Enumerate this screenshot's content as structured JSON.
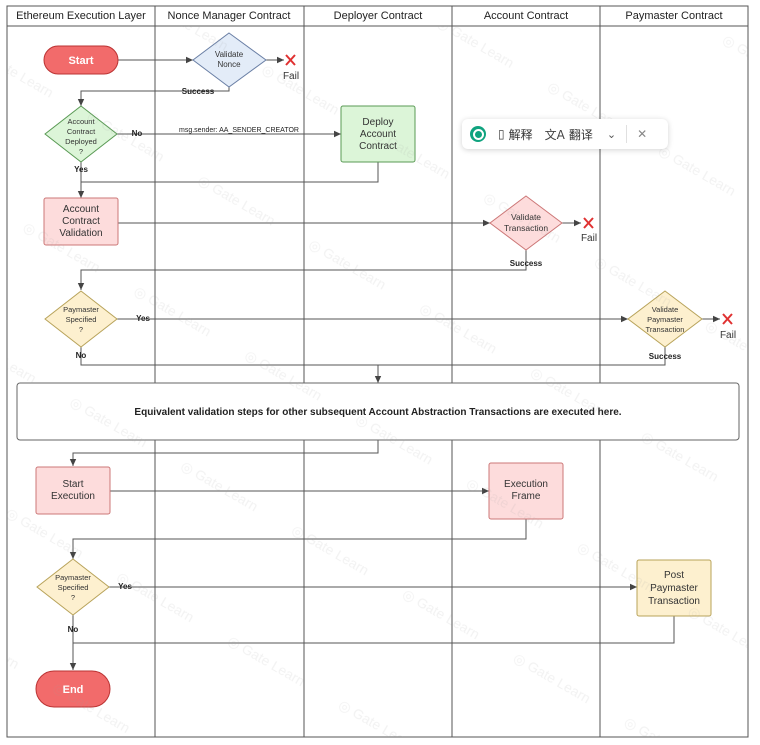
{
  "lanes": [
    "Ethereum Execution Layer",
    "Nonce Manager Contract",
    "Deployer Contract",
    "Account Contract",
    "Paymaster Contract"
  ],
  "nodes": {
    "start": "Start",
    "validate_nonce": [
      "Validate",
      "Nonce"
    ],
    "account_deployed": [
      "Account",
      "Contract",
      "Deployed",
      "?"
    ],
    "deploy_account": [
      "Deploy",
      "Account",
      "Contract"
    ],
    "account_validation": [
      "Account",
      "Contract",
      "Validation"
    ],
    "validate_transaction": [
      "Validate",
      "Transaction"
    ],
    "paymaster_specified_1": [
      "Paymaster",
      "Specified",
      "?"
    ],
    "validate_paymaster": [
      "Validate",
      "Paymaster",
      "Transaction"
    ],
    "equivalent_steps": "Equivalent validation steps for other subsequent Account Abstraction Transactions are executed here.",
    "start_execution": [
      "Start",
      "Execution"
    ],
    "execution_frame": [
      "Execution",
      "Frame"
    ],
    "paymaster_specified_2": [
      "Paymaster",
      "Specified",
      "?"
    ],
    "post_paymaster": [
      "Post",
      "Paymaster",
      "Transaction"
    ],
    "end": "End"
  },
  "edge_labels": {
    "fail": "Fail",
    "success": "Success",
    "yes": "Yes",
    "no": "No",
    "sender": "msg.sender: AA_SENDER_CREATOR"
  },
  "watermark": "Gate Learn",
  "toolbar": {
    "explain": "解释",
    "translate": "翻译"
  },
  "colors": {
    "start_end": "#f26b6b",
    "validation_box": "#fddcdc",
    "nonce_diamond": "#e3ecf8",
    "deploy_box": "#dcf5d8",
    "decision_diamond": "#fdf0cf",
    "fail_x": "#e03131"
  }
}
